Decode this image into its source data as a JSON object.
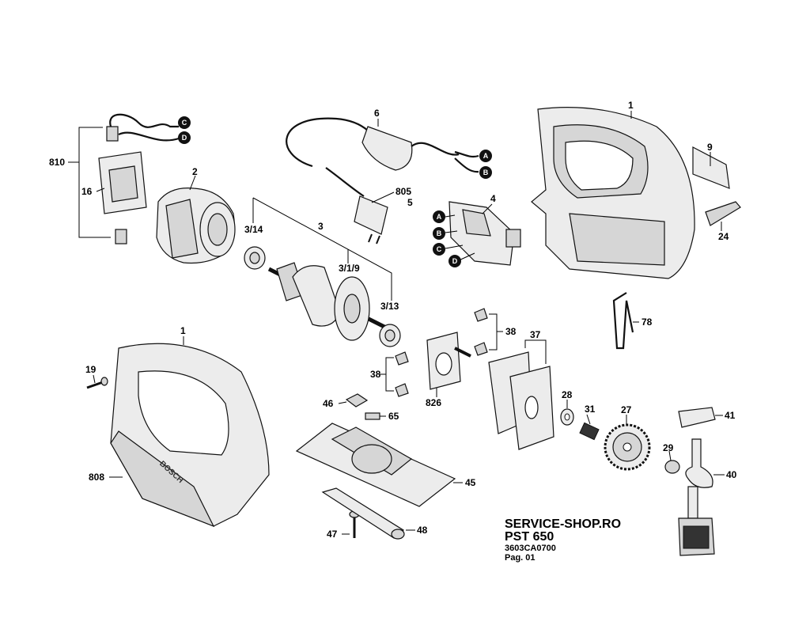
{
  "footer": {
    "shop": "SERVICE-SHOP.RO",
    "model": "PST 650",
    "code": "3603CA0700",
    "page": "Pag. 01"
  },
  "connectors": {
    "a": "A",
    "b": "B",
    "c": "C",
    "d": "D"
  },
  "labels": {
    "p810": "810",
    "p16": "16",
    "p2": "2",
    "p3_14": "3/14",
    "p3": "3",
    "p3_1_9": "3/1/9",
    "p3_13": "3/13",
    "p6": "6",
    "p805": "805",
    "p5": "5",
    "p4": "4",
    "p1_top": "1",
    "p9": "9",
    "p24": "24",
    "p78": "78",
    "p38_top": "38",
    "p37": "37",
    "p38_left": "38",
    "p826": "826",
    "p28": "28",
    "p31": "31",
    "p27": "27",
    "p41": "41",
    "p29": "29",
    "p40": "40",
    "p1_bottom": "1",
    "p19": "19",
    "p808": "808",
    "p46": "46",
    "p65": "65",
    "p45": "45",
    "p47": "47",
    "p48": "48"
  },
  "icons": {
    "brand_mark": "BOSCH"
  }
}
